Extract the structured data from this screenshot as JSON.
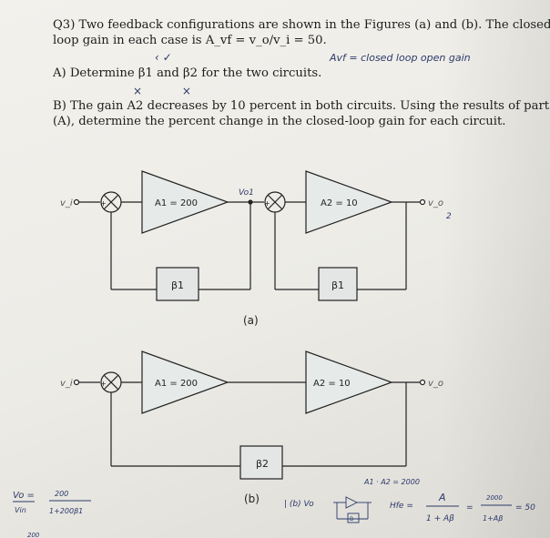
{
  "question": {
    "line1": "Q3) Two feedback configurations are shown in the Figures (a) and (b). The closed-",
    "line2": "loop gain in each case is A_vf = v_o/v_i = 50.",
    "partA": "A) Determine β1 and β2 for the two circuits.",
    "partB1": "B) The gain A2 decreases by 10 percent in both circuits. Using the results of part",
    "partB2": "(A), determine the percent change in the closed-loop gain for each circuit."
  },
  "figure_a": {
    "input_label": "v_i",
    "amp1_label": "A1 = 200",
    "amp2_label": "A2 = 10",
    "fb1_label": "β1",
    "fb2_label": "β1",
    "output_label": "v_o",
    "caption": "(a)",
    "sum_sign1": "+",
    "sum_sign2": "+"
  },
  "figure_b": {
    "input_label": "v_i",
    "amp1_label": "A1 = 200",
    "amp2_label": "A2 = 10",
    "fb_label": "β2",
    "output_label": "v_o",
    "caption": "(b)",
    "sum_sign": "+"
  },
  "handwriting": {
    "avf_note": "Avf = closed loop open gain",
    "vo1_note": "Vo1",
    "vo2_note": "2",
    "ticks": "‹ ✓",
    "crosses": "× ×",
    "a1a2_note": "A1 · A2 = 2000",
    "left_eq_top": "Vo =",
    "left_eq_bottom": "Vin",
    "left_num": "200",
    "left_den": "1+200β1",
    "formula_note": "| (b) Vo",
    "formula_lhs": "Hfe =",
    "formula_num": "A",
    "formula_den": "1 + Aβ",
    "formula_num2": "2000",
    "formula_den2": "1+Aβ",
    "formula_result": "= 50",
    "formula_eq": "=",
    "b_box": "B",
    "bottom_scrawl": "200"
  },
  "colors": {
    "ink": "#1d1d1d",
    "pen": "#2b3a6b"
  }
}
